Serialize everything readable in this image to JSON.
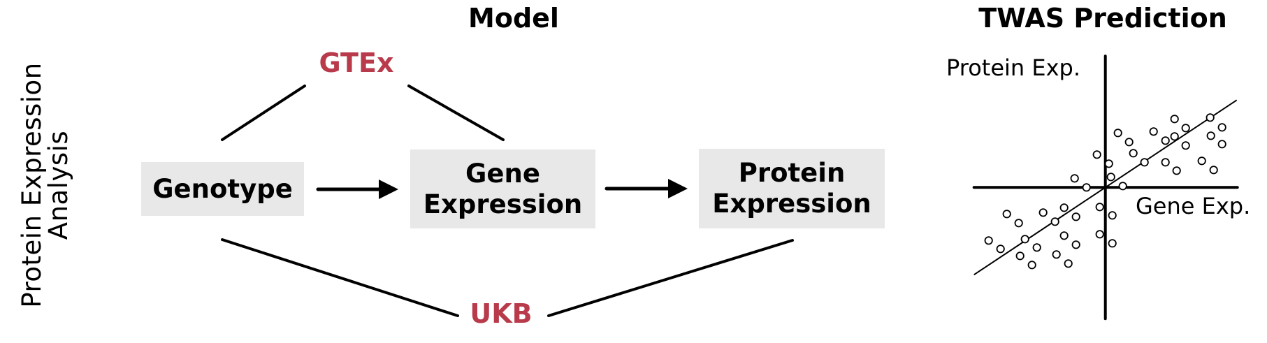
{
  "colors": {
    "source_accent": "#B83A4B",
    "box_fill": "#E8E8E8",
    "stroke": "#000000"
  },
  "side_label": {
    "line1": "Protein Expression",
    "line2": "Analysis"
  },
  "model": {
    "title": "Model",
    "nodes": [
      {
        "id": "genotype",
        "lines": [
          "Genotype"
        ]
      },
      {
        "id": "gene-expression",
        "lines": [
          "Gene",
          "Expression"
        ]
      },
      {
        "id": "protein-expression",
        "lines": [
          "Protein",
          "Expression"
        ]
      }
    ],
    "sources": [
      {
        "id": "gtex",
        "label": "GTEx",
        "links": [
          "genotype",
          "gene-expression"
        ]
      },
      {
        "id": "ukb",
        "label": "UKB",
        "links": [
          "genotype",
          "protein-expression"
        ]
      }
    ],
    "arrows": [
      {
        "from": "genotype",
        "to": "gene-expression"
      },
      {
        "from": "gene-expression",
        "to": "protein-expression"
      }
    ]
  },
  "chart_data": {
    "type": "scatter",
    "title": "TWAS Prediction",
    "xlabel": "Gene Exp.",
    "ylabel": "Protein Exp.",
    "xlim": [
      -18.8,
      18.9
    ],
    "ylim": [
      -18.8,
      18.8
    ],
    "grid": false,
    "axes_through_origin": true,
    "tick_labels": false,
    "marker": "open-circle",
    "points": [
      [
        9.9,
        9.8
      ],
      [
        15.0,
        10.0
      ],
      [
        16.7,
        8.6
      ],
      [
        11.5,
        8.5
      ],
      [
        6.9,
        8.0
      ],
      [
        1.8,
        7.8
      ],
      [
        8.6,
        6.7
      ],
      [
        9.9,
        7.3
      ],
      [
        3.4,
        6.5
      ],
      [
        15.1,
        7.4
      ],
      [
        16.7,
        6.2
      ],
      [
        11.5,
        6.0
      ],
      [
        4.0,
        4.9
      ],
      [
        -1.2,
        4.7
      ],
      [
        0.5,
        3.4
      ],
      [
        5.6,
        3.6
      ],
      [
        8.6,
        3.6
      ],
      [
        13.8,
        3.8
      ],
      [
        10.2,
        2.4
      ],
      [
        15.5,
        2.5
      ],
      [
        0.8,
        1.5
      ],
      [
        -4.4,
        1.3
      ],
      [
        -2.7,
        0.0
      ],
      [
        2.5,
        0.2
      ],
      [
        -5.9,
        -2.9
      ],
      [
        -0.8,
        -2.8
      ],
      [
        1.0,
        -4.0
      ],
      [
        -4.2,
        -4.2
      ],
      [
        -8.9,
        -3.6
      ],
      [
        -14.1,
        -3.8
      ],
      [
        -12.4,
        -5.1
      ],
      [
        -7.2,
        -4.9
      ],
      [
        -11.5,
        -7.4
      ],
      [
        -5.9,
        -6.9
      ],
      [
        -0.8,
        -6.7
      ],
      [
        -16.7,
        -7.6
      ],
      [
        -15.0,
        -8.8
      ],
      [
        -9.8,
        -8.6
      ],
      [
        -4.2,
        -8.2
      ],
      [
        1.0,
        -8.0
      ],
      [
        -12.2,
        -9.8
      ],
      [
        -7.0,
        -9.6
      ],
      [
        -10.5,
        -11.1
      ],
      [
        -5.3,
        -10.9
      ]
    ],
    "fit_line": {
      "x": [
        -18.8,
        18.8
      ],
      "y": [
        -12.5,
        12.5
      ]
    }
  }
}
